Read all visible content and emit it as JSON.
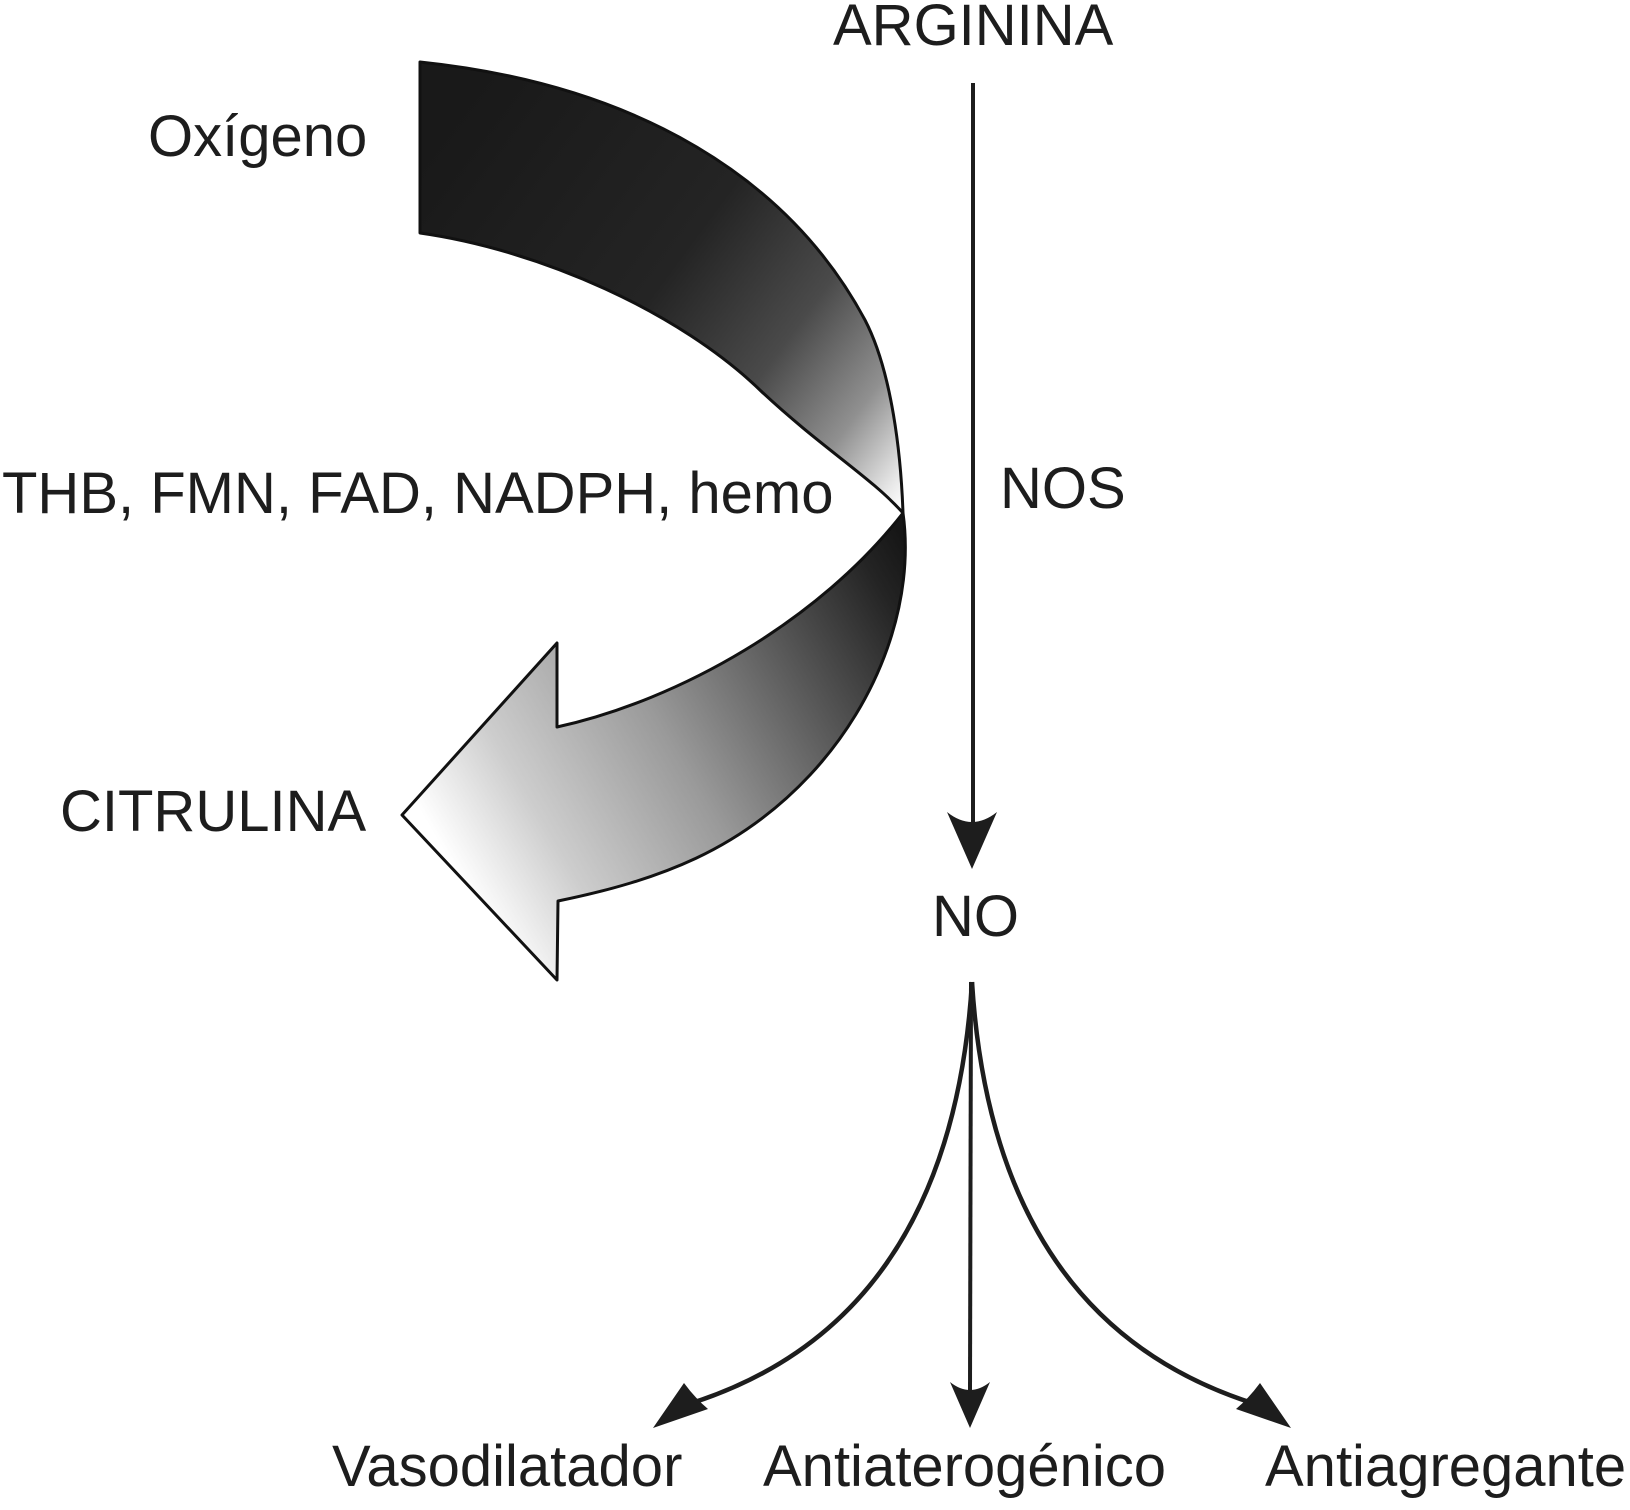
{
  "diagram": {
    "substrate": "ARGININA",
    "oxygen": "Oxígeno",
    "cofactors": "THB, FMN, FAD, NADPH, hemo",
    "enzyme": "NOS",
    "byproduct": "CITRULINA",
    "product": "NO",
    "effects": [
      "Vasodilatador",
      "Antiaterogénico",
      "Antiagregante"
    ],
    "colors": {
      "ink": "#1d1d1d",
      "band_dark": "#171717",
      "band_light": "#ffffff",
      "background": "#ffffff"
    }
  }
}
